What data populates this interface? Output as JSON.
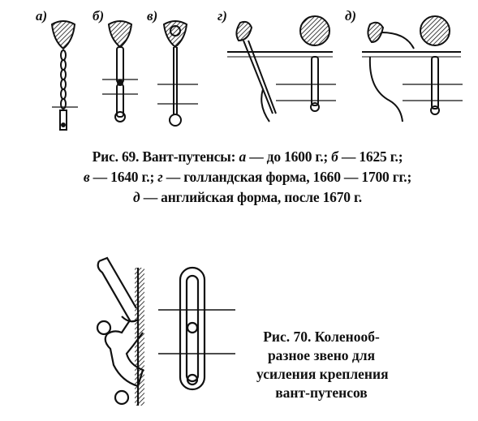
{
  "figure69": {
    "panels": [
      {
        "key": "a",
        "label": "а)"
      },
      {
        "key": "b",
        "label": "б)"
      },
      {
        "key": "c",
        "label": "в)"
      },
      {
        "key": "d",
        "label": "г)"
      },
      {
        "key": "e",
        "label": "д)"
      }
    ],
    "caption": {
      "line1_prefix": "Рис. 69. Вант-путенсы: ",
      "line1_l1": "а",
      "line1_t1": " — до 1600 г.; ",
      "line1_l2": "б",
      "line1_t2": " — 1625 г.;",
      "line2_l1": "в",
      "line2_t1": " — 1640 г.; ",
      "line2_l2": "г",
      "line2_t2": " — голландская форма, 1660 — 1700 гг.;",
      "line3_l1": "д",
      "line3_t1": " — английская форма, после 1670 г."
    }
  },
  "figure70": {
    "caption_lines": [
      "Рис. 70. Коленооб-",
      "разное звено для",
      "усиления крепления",
      "вант-путенсов"
    ]
  }
}
